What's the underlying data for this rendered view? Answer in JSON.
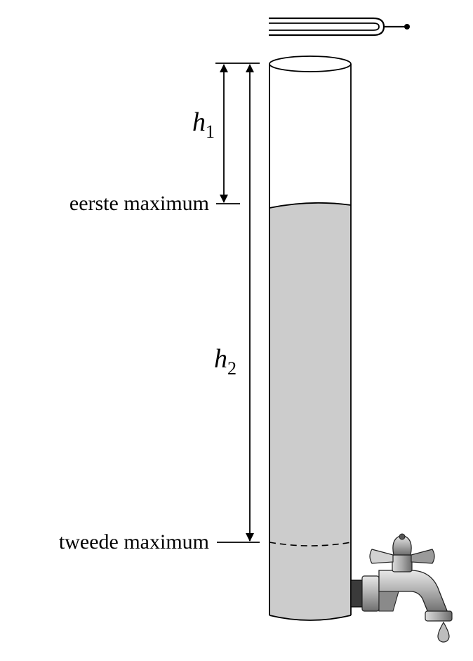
{
  "labels": {
    "h1_symbol": "h",
    "h1_subscript": "1",
    "h2_symbol": "h",
    "h2_subscript": "2",
    "first_maximum": "eerste maximum",
    "second_maximum": "tweede maximum"
  },
  "colors": {
    "water": "#cccccc",
    "outline": "#000000",
    "background": "#ffffff",
    "tap_body": "#a9a9a9",
    "tap_dark": "#3a3a3a"
  },
  "icons": {
    "tuning_fork": "tuning-fork-icon",
    "tap": "water-tap-icon",
    "droplet": "water-droplet-icon"
  }
}
